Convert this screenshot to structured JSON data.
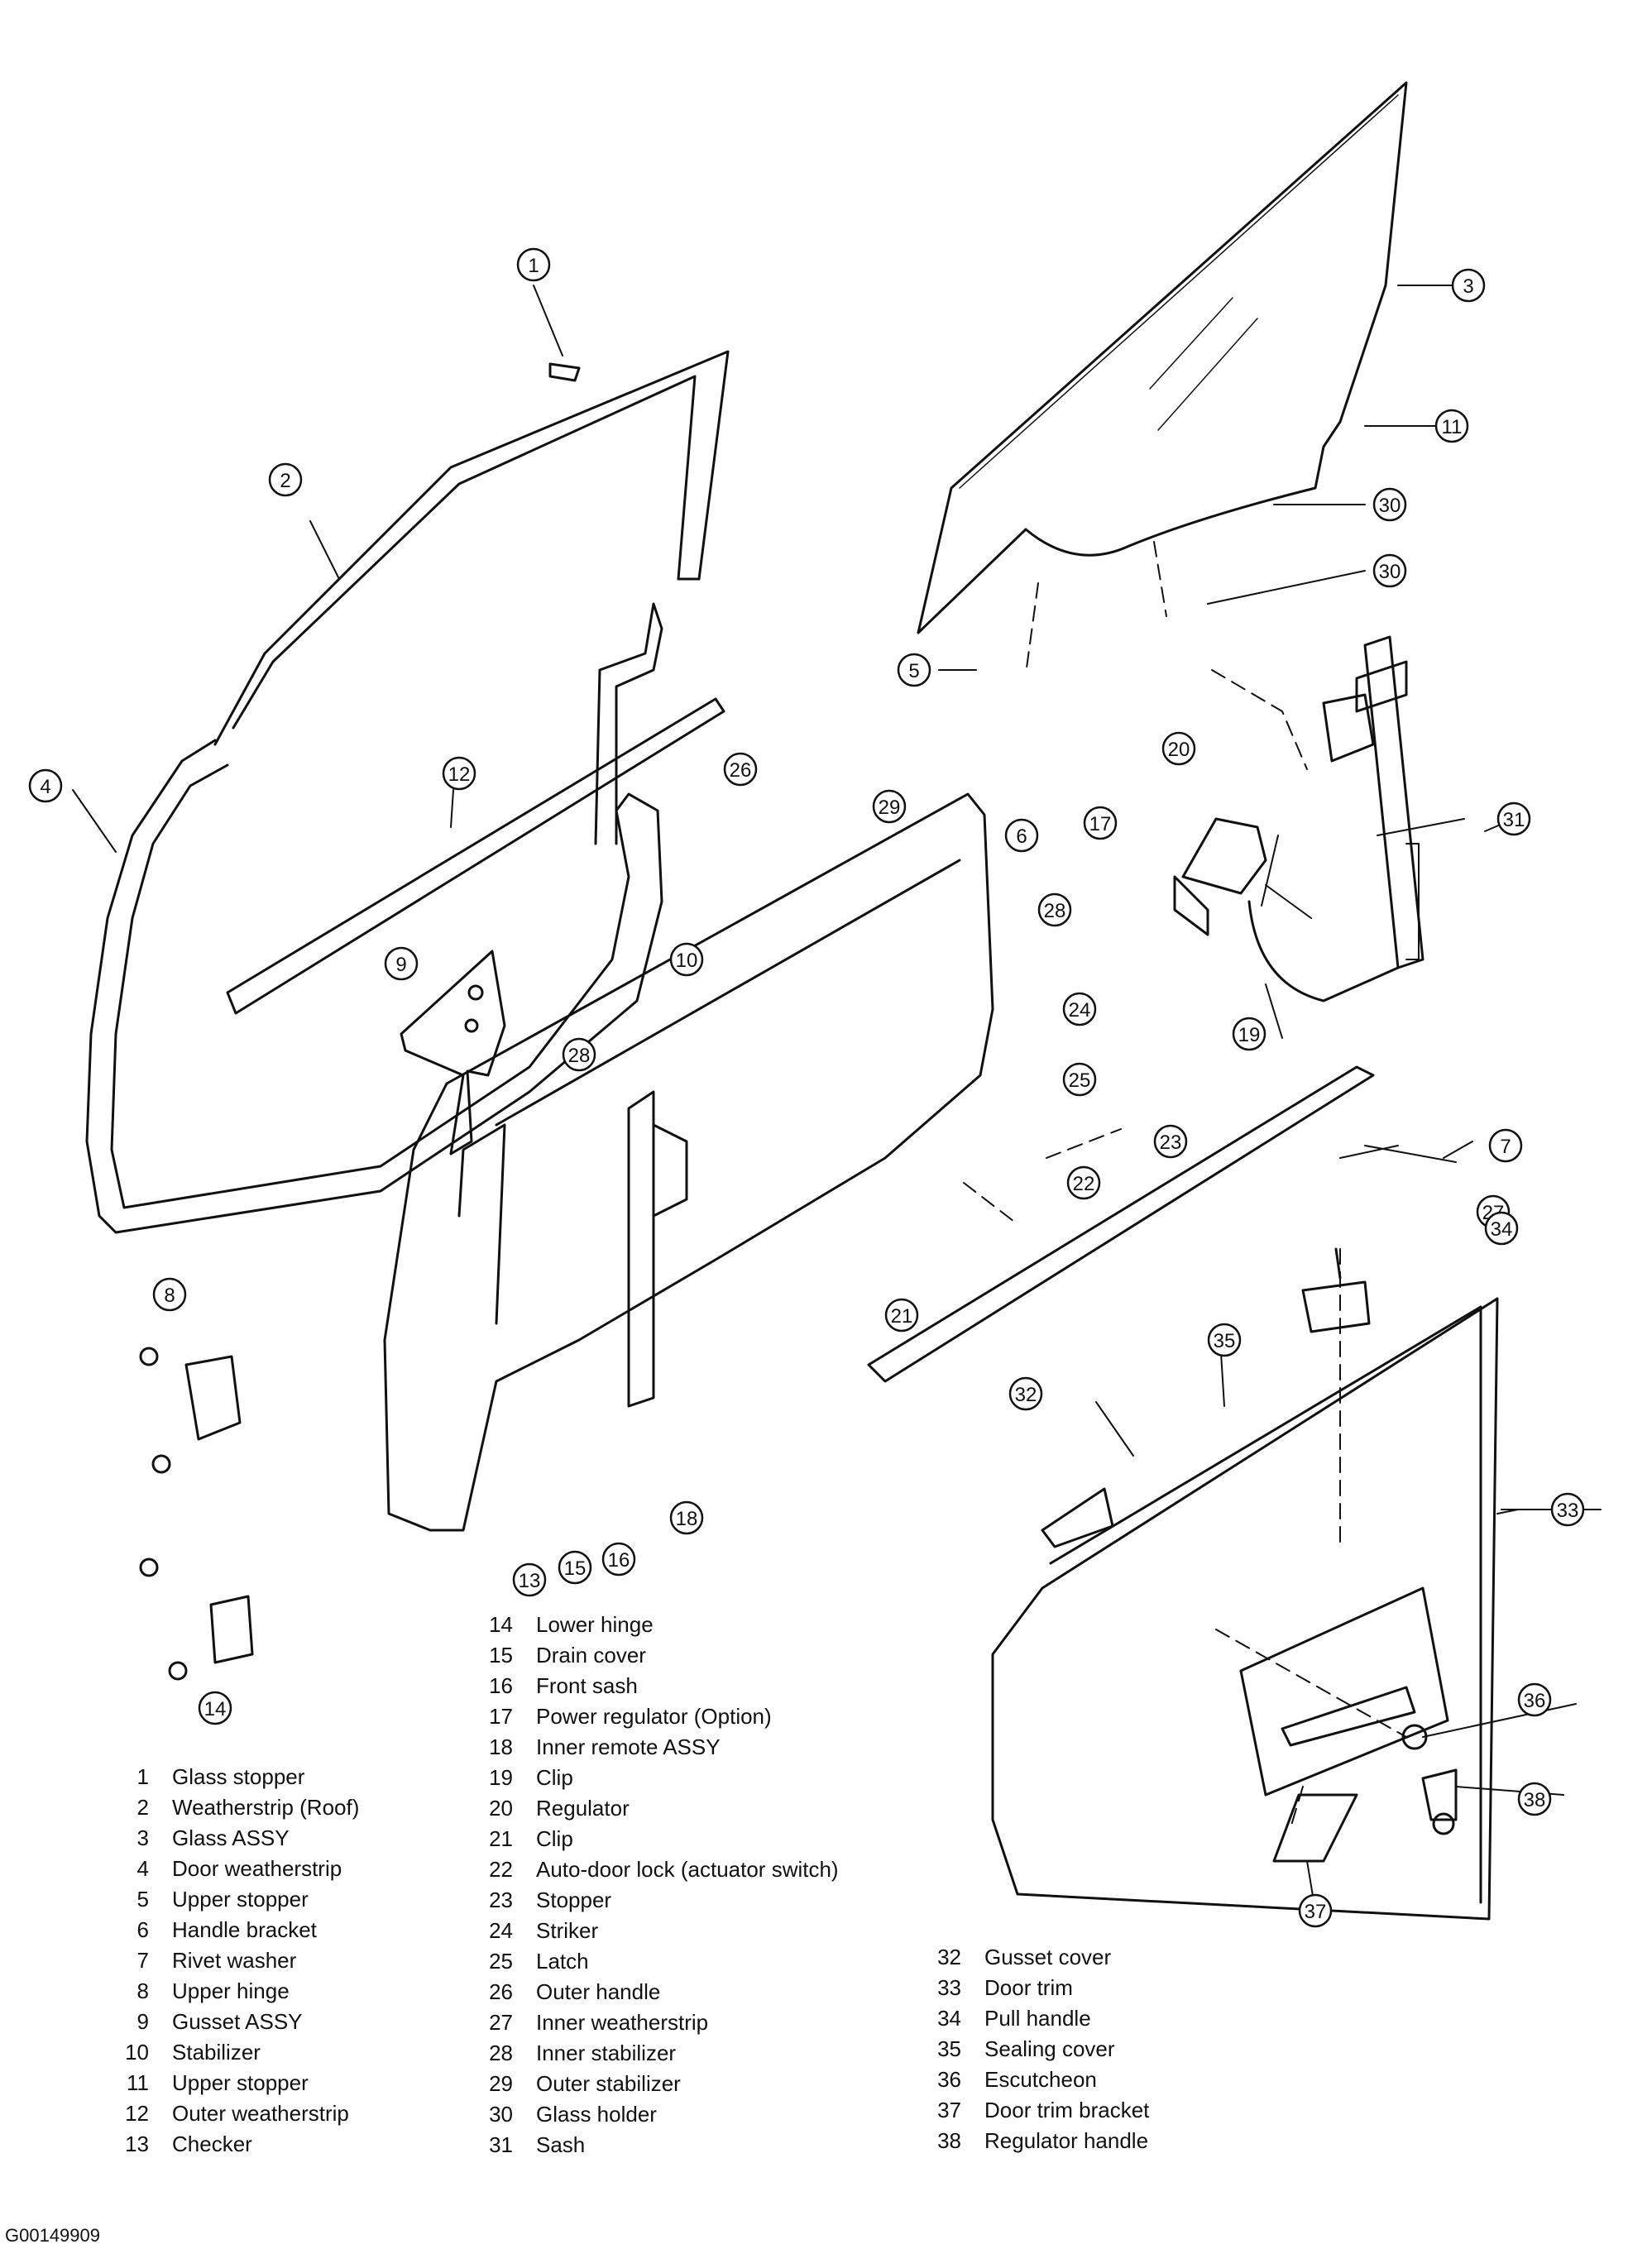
{
  "figure_code": "G00149909",
  "callouts": [
    "1",
    "2",
    "3",
    "4",
    "5",
    "6",
    "7",
    "8",
    "9",
    "10",
    "11",
    "12",
    "13",
    "14",
    "15",
    "16",
    "17",
    "18",
    "19",
    "20",
    "21",
    "22",
    "23",
    "24",
    "25",
    "26",
    "27",
    "28",
    "28",
    "29",
    "30",
    "30",
    "31",
    "32",
    "33",
    "34",
    "35",
    "36",
    "37",
    "38"
  ],
  "legend": [
    {
      "num": "1",
      "label": "Glass stopper"
    },
    {
      "num": "2",
      "label": "Weatherstrip (Roof)"
    },
    {
      "num": "3",
      "label": "Glass ASSY"
    },
    {
      "num": "4",
      "label": "Door weatherstrip"
    },
    {
      "num": "5",
      "label": "Upper stopper"
    },
    {
      "num": "6",
      "label": "Handle bracket"
    },
    {
      "num": "7",
      "label": "Rivet washer"
    },
    {
      "num": "8",
      "label": "Upper hinge"
    },
    {
      "num": "9",
      "label": "Gusset ASSY"
    },
    {
      "num": "10",
      "label": "Stabilizer"
    },
    {
      "num": "11",
      "label": "Upper stopper"
    },
    {
      "num": "12",
      "label": "Outer weatherstrip"
    },
    {
      "num": "13",
      "label": "Checker"
    },
    {
      "num": "14",
      "label": "Lower hinge"
    },
    {
      "num": "15",
      "label": "Drain cover"
    },
    {
      "num": "16",
      "label": "Front sash"
    },
    {
      "num": "17",
      "label": "Power regulator (Option)"
    },
    {
      "num": "18",
      "label": "Inner remote ASSY"
    },
    {
      "num": "19",
      "label": "Clip"
    },
    {
      "num": "20",
      "label": "Regulator"
    },
    {
      "num": "21",
      "label": "Clip"
    },
    {
      "num": "22",
      "label": "Auto-door lock (actuator switch)"
    },
    {
      "num": "23",
      "label": "Stopper"
    },
    {
      "num": "24",
      "label": "Striker"
    },
    {
      "num": "25",
      "label": "Latch"
    },
    {
      "num": "26",
      "label": "Outer handle"
    },
    {
      "num": "27",
      "label": "Inner weatherstrip"
    },
    {
      "num": "28",
      "label": "Inner stabilizer"
    },
    {
      "num": "29",
      "label": "Outer stabilizer"
    },
    {
      "num": "30",
      "label": "Glass holder"
    },
    {
      "num": "31",
      "label": "Sash"
    },
    {
      "num": "32",
      "label": "Gusset cover"
    },
    {
      "num": "33",
      "label": "Door trim"
    },
    {
      "num": "34",
      "label": "Pull handle"
    },
    {
      "num": "35",
      "label": "Sealing cover"
    },
    {
      "num": "36",
      "label": "Escutcheon"
    },
    {
      "num": "37",
      "label": "Door trim bracket"
    },
    {
      "num": "38",
      "label": "Regulator handle"
    }
  ]
}
